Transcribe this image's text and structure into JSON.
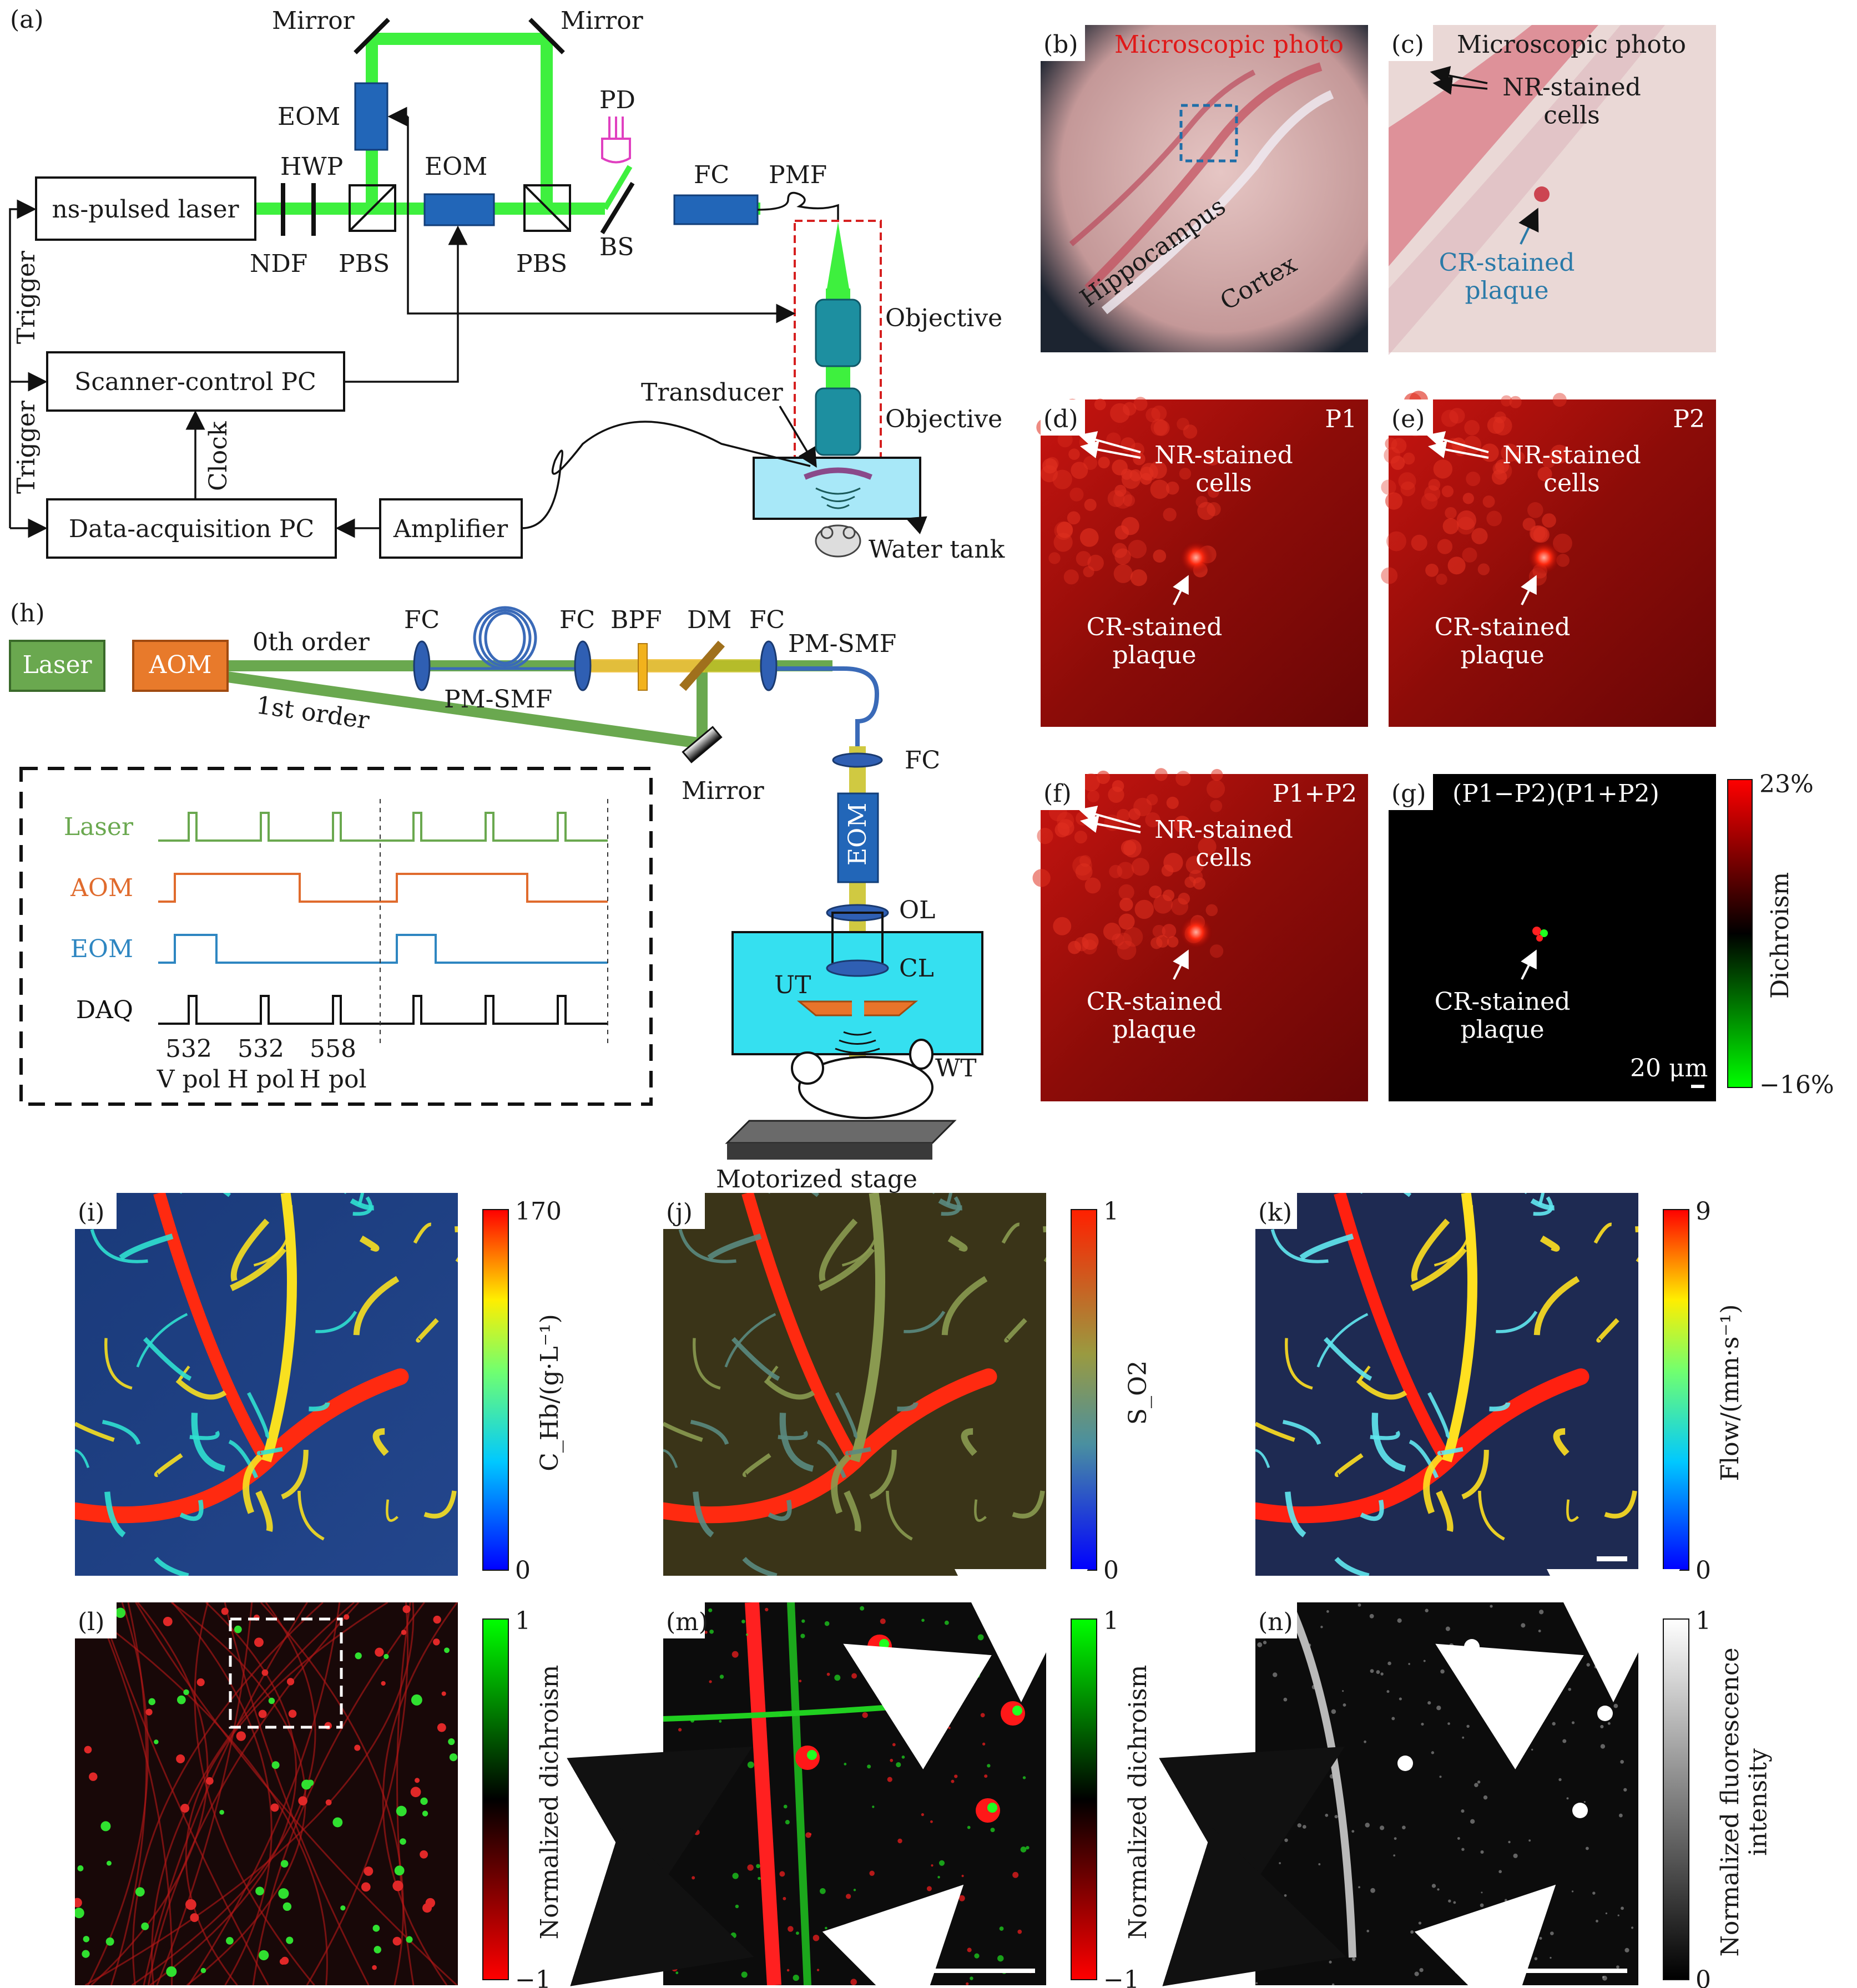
{
  "panels": {
    "a": {
      "letter": "(a)",
      "mirror1": "Mirror",
      "mirror2": "Mirror",
      "eom_top": "EOM",
      "eom_mid": "EOM",
      "hwp": "HWP",
      "ndf": "NDF",
      "pbs1": "PBS",
      "pbs2": "PBS",
      "pd": "PD",
      "bs": "BS",
      "fc": "FC",
      "pmf": "PMF",
      "laser": "ns-pulsed laser",
      "scanner_pc": "Scanner-control PC",
      "daq_pc": "Data-acquisition PC",
      "amplifier": "Amplifier",
      "trigger1": "Trigger",
      "trigger2": "Trigger",
      "clock": "Clock",
      "objective1": "Objective",
      "objective2": "Objective",
      "transducer": "Transducer",
      "water_tank": "Water tank"
    },
    "b": {
      "letter": "(b)",
      "title": "Microscopic photo",
      "hippocampus": "Hippocampus",
      "cortex": "Cortex"
    },
    "c": {
      "letter": "(c)",
      "title": "Microscopic photo",
      "nr": "NR-stained\ncells",
      "cr": "CR-stained\nplaque"
    },
    "d": {
      "letter": "(d)",
      "tag": "P1",
      "nr": "NR-stained\ncells",
      "cr": "CR-stained\nplaque"
    },
    "e": {
      "letter": "(e)",
      "tag": "P2",
      "nr": "NR-stained\ncells",
      "cr": "CR-stained\nplaque"
    },
    "f": {
      "letter": "(f)",
      "tag": "P1+P2",
      "nr": "NR-stained\ncells",
      "cr": "CR-stained\nplaque"
    },
    "g": {
      "letter": "(g)",
      "tag": "(P1−P2)(P1+P2)",
      "cr": "CR-stained\nplaque",
      "scale": "20 μm",
      "cbar_top": "23%",
      "cbar_bottom": "−16%",
      "cbar_label": "Dichroism"
    },
    "h": {
      "letter": "(h)",
      "laser": "Laser",
      "aom": "AOM",
      "order0": "0th order",
      "order1": "1st order",
      "fc1": "FC",
      "fc2": "FC",
      "fc3": "FC",
      "fc4": "FC",
      "bpf": "BPF",
      "dm": "DM",
      "pmsmf1": "PM-SMF",
      "pmsmf2": "PM-SMF",
      "mirror": "Mirror",
      "eom": "EOM",
      "ol": "OL",
      "cl": "CL",
      "ut": "UT",
      "wt": "WT",
      "stage": "Motorized stage",
      "timing": {
        "rows": [
          {
            "name": "Laser",
            "color": "#6aa84f"
          },
          {
            "name": "AOM",
            "color": "#e06b2d"
          },
          {
            "name": "EOM",
            "color": "#2e86c1"
          },
          {
            "name": "DAQ",
            "color": "#111111"
          }
        ],
        "wl": [
          "532",
          "532",
          "558"
        ],
        "pol": [
          "V pol",
          "H pol",
          "H pol"
        ]
      }
    },
    "i": {
      "letter": "(i)",
      "cbar_top": "170",
      "cbar_bottom": "0",
      "cbar_label": "C_Hb/(g·L⁻¹)"
    },
    "j": {
      "letter": "(j)",
      "cbar_top": "1",
      "cbar_bottom": "0",
      "cbar_label": "S_O2"
    },
    "k": {
      "letter": "(k)",
      "cbar_top": "9",
      "cbar_bottom": "0",
      "cbar_label": "Flow/(mm·s⁻¹)"
    },
    "l": {
      "letter": "(l)",
      "cbar_top": "1",
      "cbar_bottom": "−1",
      "cbar_label": "Normalized dichroism"
    },
    "m": {
      "letter": "(m)",
      "cbar_top": "1",
      "cbar_bottom": "−1",
      "cbar_label": "Normalized dichroism"
    },
    "n": {
      "letter": "(n)",
      "cbar_top": "1",
      "cbar_bottom": "0",
      "cbar_label": "Normalized fluorescence\nintensity"
    }
  },
  "colors": {
    "beam_green": "#3ef03e",
    "eom_blue": "#2266b8",
    "teal_objective": "#1d8fa0",
    "red_dashed": "#d62020",
    "aom_orange": "#e87a2b",
    "laser_green": "#6aa84f",
    "water": "#35e0f0"
  }
}
